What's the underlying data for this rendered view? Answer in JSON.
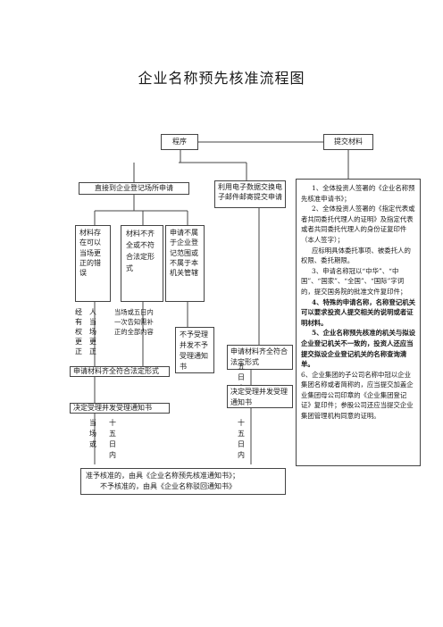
{
  "title": "企业名称预先核准流程图",
  "headers": {
    "procedure": "程序",
    "materials": "提交材料"
  },
  "channels": {
    "onsite": "直接到企业登记场所申请",
    "electronic": "利用电子数据交换电子邮件邮寄提交申请"
  },
  "checks": {
    "incomplete": "材料存在可以当场更正的错误",
    "nonconforming": "材料不齐全或不符合法定形式",
    "out_of_scope": "申请不属于企业登记范围或不属于本机关管辖"
  },
  "notes": {
    "onsite_correct": "经\n有\n权\n更\n正",
    "correct_on_spot": "人\n当\n场\n更\n正",
    "notice_once": "当场或五日内\n一次告知需补\n正的全部内容"
  },
  "not_accepted_notice": "不予受理并发不予受理通知书",
  "complete_onsite": "申请材料齐全符合法定形式",
  "complete_electronic": "申请材料齐全符合法定形式",
  "five_days_1": "五\n日\n内",
  "accept_notice_left": "决定受理并发受理通知书",
  "accept_notice_right": "决定受理并发受理通知书",
  "left_timing": {
    "a": "当\n场\n或",
    "b": "十\n五\n日\n内"
  },
  "right_timing": "十\n五\n日\n内",
  "result": {
    "line1": "准予核准的，由具《企业名称预先核准通知书》；",
    "line2": "不予核准的，由具《企业名称驳回通知书》"
  },
  "requirements": [
    "1、全体投资人签署的《企业名称预先核准申请书》；",
    "2、全体投资人签署的《指定代表或者共同委托代理人的证明》及指定代表或者共同委托代理人的身份证复印件（本人签字）；",
    "应标明具体委托事项、被委托人的权限、委托期限。",
    "3、申请名称冠以“中华”、“中国”、“国家”、“全国”、“国际”字词的，提交国务院的批准文件复印件；",
    "4、特殊的申请名称，名称登记机关可以要求投资人提交相关的说明或者证明材料。",
    "5、企业名称预先核准的机关与拟设企业登记机关不一致的，投资人还应当提交拟设企业登记机关的名称查询清单。",
    "6、企业集团的子公司名称中冠以企业集团名称或者简称的，应当提交加盖企业集团母公司印章的《企业集团登记证》复印件；参股公司还应当提交企业集团管理机构同意的证明。"
  ]
}
